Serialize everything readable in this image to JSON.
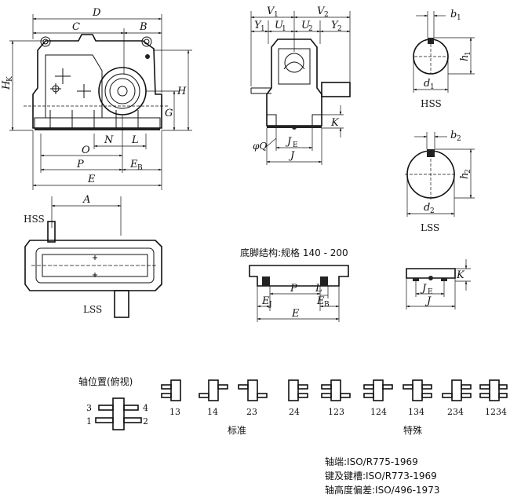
{
  "front_view": {
    "dims": {
      "D": "D",
      "C": "C",
      "B": "B",
      "HK": "H",
      "HK_sub": "K",
      "H": "H",
      "G": "G",
      "O": "O",
      "N": "N",
      "L": "L",
      "P": "P",
      "EB": "E",
      "EB_sub": "B",
      "E": "E"
    }
  },
  "side_view": {
    "dims": {
      "V1": "V",
      "V1_sub": "1",
      "V2": "V",
      "V2_sub": "2",
      "Y1": "Y",
      "Y1_sub": "1",
      "U1": "U",
      "U1_sub": "1",
      "U2": "U",
      "U2_sub": "2",
      "Y2": "Y",
      "Y2_sub": "2",
      "K": "K",
      "phiQ": "φQ",
      "JE": "J",
      "JE_sub": "E",
      "J": "J"
    }
  },
  "hss_section": {
    "label": "HSS",
    "dims": {
      "b1": "b",
      "b1_sub": "1",
      "h1": "h",
      "h1_sub": "1",
      "d1": "d",
      "d1_sub": "1"
    }
  },
  "lss_section": {
    "label": "LSS",
    "dims": {
      "b2": "b",
      "b2_sub": "2",
      "h2": "h",
      "h2_sub": "2",
      "d2": "d",
      "d2_sub": "2"
    }
  },
  "top_view": {
    "hss_label": "HSS",
    "lss_label": "LSS",
    "dims": {
      "A": "A"
    }
  },
  "foot_structure": {
    "title": "底脚结构:规格 140 - 200",
    "dims": {
      "P": "P",
      "L": "L",
      "EJ": "E",
      "EJ_sub": "J",
      "EB": "E",
      "EB_sub": "B",
      "E": "E",
      "K": "K",
      "JE": "J",
      "JE_sub": "E",
      "J": "J"
    }
  },
  "shaft_positions": {
    "title": "轴位置(俯视)",
    "legend_numbers": [
      "3",
      "4",
      "1",
      "2"
    ],
    "standard_codes": [
      "13",
      "14",
      "23",
      "24"
    ],
    "special_codes": [
      "123",
      "124",
      "134",
      "234",
      "1234"
    ],
    "standard_label": "标准",
    "special_label": "特殊"
  },
  "standards": [
    "轴端:ISO/R775-1969",
    "键及键槽:ISO/R773-1969",
    "轴高度偏差:ISO/496-1973"
  ]
}
